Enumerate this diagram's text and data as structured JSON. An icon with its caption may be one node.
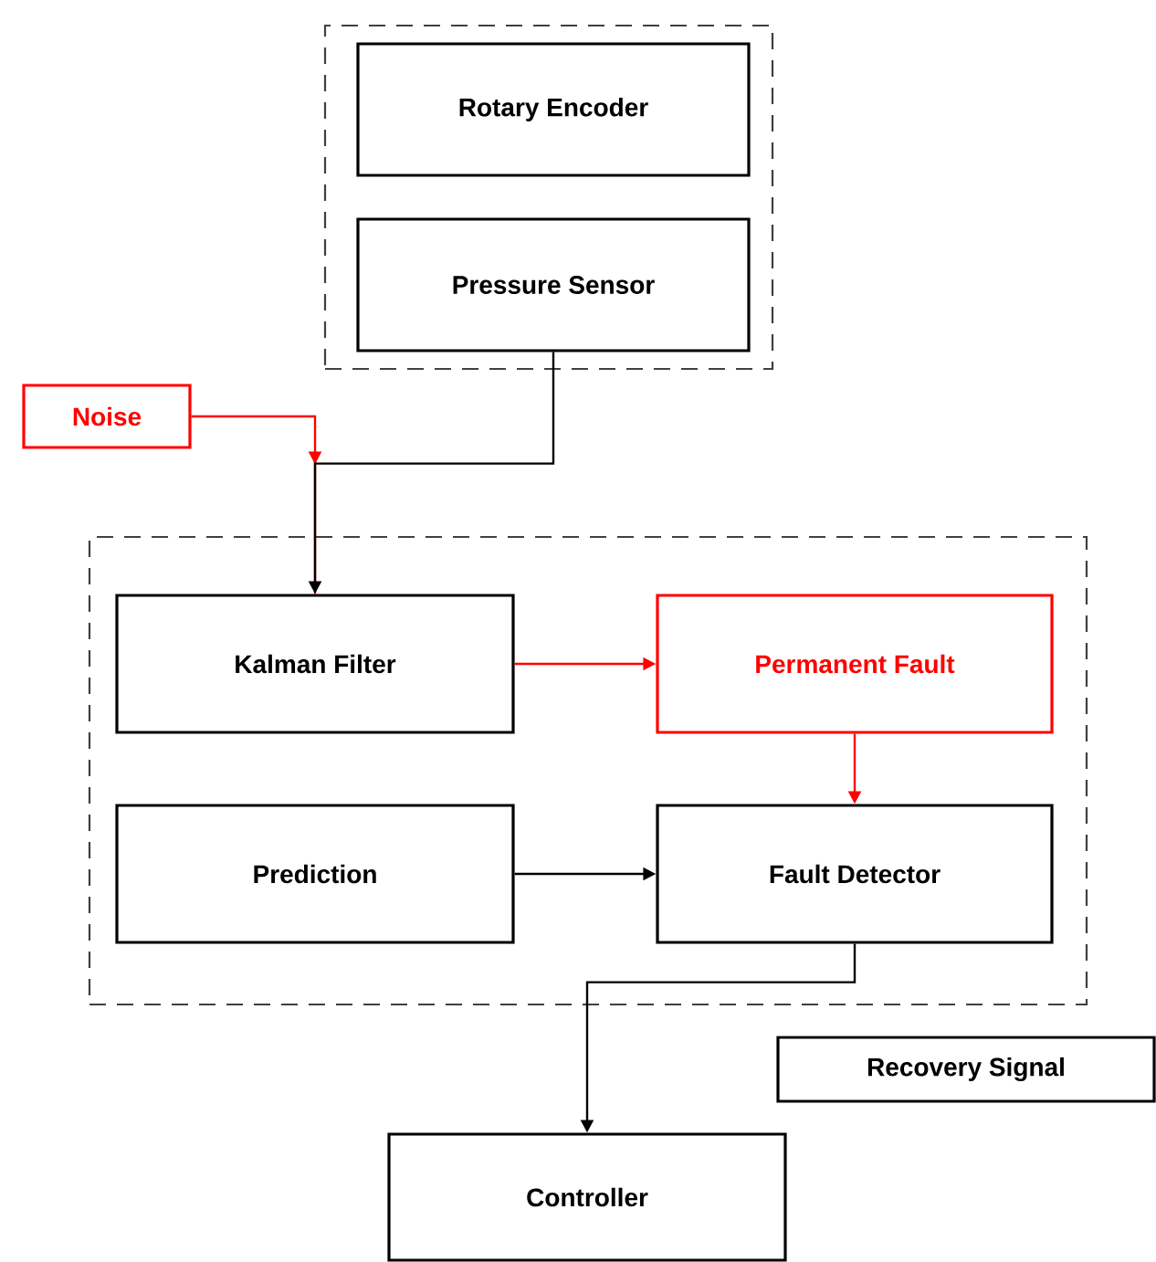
{
  "diagram": {
    "nodes": [
      {
        "text": [],
        "shape": "box"
      },
      {
        "text": [
          "Rotary Encoder"
        ],
        "in": 0
      },
      {
        "text": [
          "Pressure Sensor"
        ],
        "in": 0
      },
      {
        "text": [
          "Noise"
        ]
      },
      {
        "text": [],
        "shape": "box"
      },
      {
        "text": [
          "Kalman Filter"
        ],
        "in": 4
      },
      {
        "text": [
          "Permanent Fault"
        ],
        "in": 4
      },
      {
        "text": [
          "Prediction"
        ],
        "in": 4
      },
      {
        "text": [
          "Fault Detector"
        ],
        "in": 4
      },
      {
        "text": [
          "Recovery Signal"
        ]
      },
      {
        "text": [
          "Controller"
        ]
      }
    ],
    "edges": [
      {
        "from": 2,
        "to": 5,
        "arrow": "to"
      },
      {
        "from": 3,
        "to": 5,
        "arrow": "to",
        "color": "#ff0000"
      },
      {
        "from": 5,
        "to": 6,
        "arrow": "to",
        "color": "#ff0000"
      },
      {
        "from": 6,
        "to": 8,
        "arrow": "to",
        "color": "#ff0000"
      },
      {
        "from": 7,
        "to": 8,
        "arrow": "to"
      },
      {
        "from": 8,
        "to": 10,
        "arrow": "to"
      }
    ]
  }
}
